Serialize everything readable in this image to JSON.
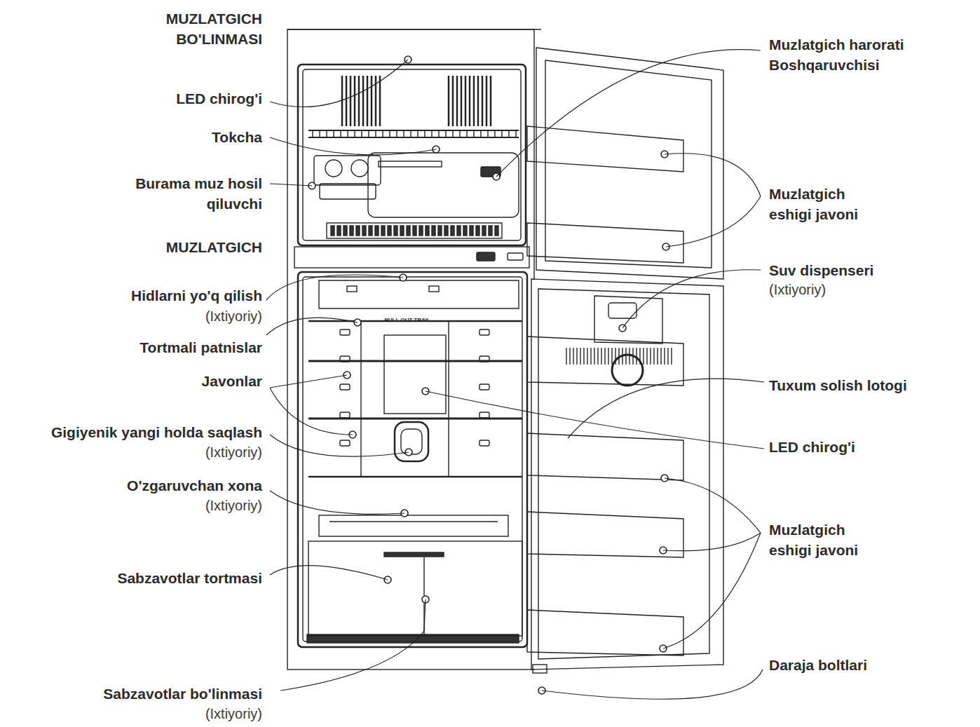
{
  "diagram": {
    "labels": [
      "MUZLATGICH BO'LINMASI",
      "LED chirog'i",
      "Tokcha",
      "Burama muz hosil qiluvchi",
      "MUZLATGICH",
      "Hidlarni yo'q qilish",
      "(Ixtiyoriy)",
      "Tortmali patnislar",
      "Javonlar",
      "Gigiyenik yangi holda saqlash",
      "(Ixtiyoriy)",
      "O'zgaruvchan xona",
      "(Ixtiyoriy)",
      "Sabzavotlar tortmasi",
      "Sabzavotlar bo'linmasi",
      "(Ixtiyoriy)",
      "Muzlatgich harorati Boshqaruvchisi",
      "Muzlatgich eshigi javoni",
      "Suv dispenseri",
      "(Ixtiyoriy)",
      "Tuxum solish lotogi",
      "LED chirog'i",
      "Muzlatgich eshigi javoni",
      "Daraja boltlari",
      "PULL OUT TRAY"
    ]
  }
}
